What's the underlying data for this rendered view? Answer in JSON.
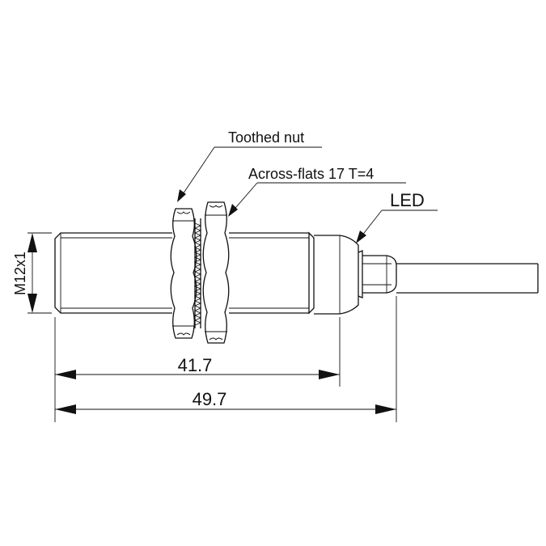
{
  "labels": {
    "toothed_nut": "Toothed nut",
    "across_flats": "Across-flats 17  T=4",
    "led": "LED",
    "thread": "M12x1"
  },
  "dimensions": {
    "inner_length": "41.7",
    "overall_length": "49.7"
  }
}
